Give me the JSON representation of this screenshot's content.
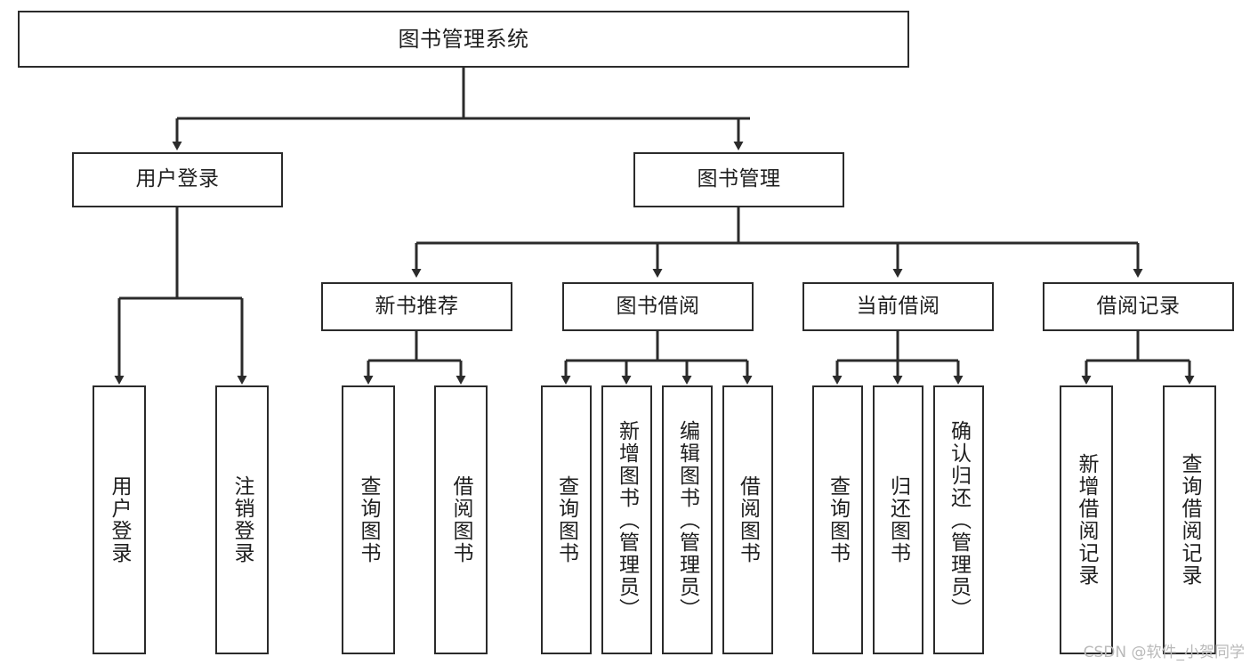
{
  "diagram": {
    "title": "图书管理系统",
    "type": "tree",
    "watermark": "CSDN @软件_小贺同学",
    "colors": {
      "box_border": "#2b2b2b",
      "box_fill": "#ffffff",
      "connector": "#2b2b2b",
      "text": "#1f1f1f",
      "watermark": "#b9b9b9",
      "background": "#ffffff"
    },
    "nodes": {
      "root": {
        "id": "root",
        "label": "图书管理系统",
        "level": 0,
        "orientation": "horizontal"
      },
      "user_login": {
        "id": "user-login",
        "label": "用户登录",
        "level": 1,
        "orientation": "horizontal"
      },
      "book_manage": {
        "id": "book-manage",
        "label": "图书管理",
        "level": 1,
        "orientation": "horizontal"
      },
      "new_book_rec": {
        "id": "new-book-recommend",
        "label": "新书推荐",
        "level": 2,
        "orientation": "horizontal"
      },
      "book_borrow": {
        "id": "book-borrow",
        "label": "图书借阅",
        "level": 2,
        "orientation": "horizontal"
      },
      "current_borrow": {
        "id": "current-borrow",
        "label": "当前借阅",
        "level": 2,
        "orientation": "horizontal"
      },
      "borrow_record": {
        "id": "borrow-record",
        "label": "借阅记录",
        "level": 2,
        "orientation": "horizontal"
      },
      "leaf_user_login": {
        "id": "leaf-user-login",
        "label": "用户登录",
        "level": 2,
        "orientation": "vertical"
      },
      "leaf_logout": {
        "id": "leaf-logout",
        "label": "注销登录",
        "level": 2,
        "orientation": "vertical"
      },
      "leaf_rec_query": {
        "id": "leaf-recommend-query-book",
        "label": "查询图书",
        "level": 3,
        "orientation": "vertical"
      },
      "leaf_rec_borrow": {
        "id": "leaf-recommend-borrow-book",
        "label": "借阅图书",
        "level": 3,
        "orientation": "vertical"
      },
      "leaf_borrow_query": {
        "id": "leaf-borrow-query-book",
        "label": "查询图书",
        "level": 3,
        "orientation": "vertical"
      },
      "leaf_borrow_add": {
        "id": "leaf-borrow-add-book",
        "label": "新增图书（管理员）",
        "level": 3,
        "orientation": "vertical"
      },
      "leaf_borrow_edit": {
        "id": "leaf-borrow-edit-book",
        "label": "编辑图书（管理员）",
        "level": 3,
        "orientation": "vertical"
      },
      "leaf_borrow_lend": {
        "id": "leaf-borrow-lend-book",
        "label": "借阅图书",
        "level": 3,
        "orientation": "vertical"
      },
      "leaf_cur_query": {
        "id": "leaf-current-query-book",
        "label": "查询图书",
        "level": 3,
        "orientation": "vertical"
      },
      "leaf_cur_return": {
        "id": "leaf-current-return-book",
        "label": "归还图书",
        "level": 3,
        "orientation": "vertical"
      },
      "leaf_cur_confirm": {
        "id": "leaf-current-confirm-return",
        "label": "确认归还（管理员）",
        "level": 3,
        "orientation": "vertical"
      },
      "leaf_rec_add": {
        "id": "leaf-record-add",
        "label": "新增借阅记录",
        "level": 3,
        "orientation": "vertical"
      },
      "leaf_rec_search": {
        "id": "leaf-record-query",
        "label": "查询借阅记录",
        "level": 3,
        "orientation": "vertical"
      }
    },
    "edges": [
      {
        "from": "图书管理系统",
        "to": "用户登录"
      },
      {
        "from": "图书管理系统",
        "to": "图书管理"
      },
      {
        "from": "用户登录",
        "to": "用户登录"
      },
      {
        "from": "用户登录",
        "to": "注销登录"
      },
      {
        "from": "图书管理",
        "to": "新书推荐"
      },
      {
        "from": "图书管理",
        "to": "图书借阅"
      },
      {
        "from": "图书管理",
        "to": "当前借阅"
      },
      {
        "from": "图书管理",
        "to": "借阅记录"
      },
      {
        "from": "新书推荐",
        "to": "查询图书"
      },
      {
        "from": "新书推荐",
        "to": "借阅图书"
      },
      {
        "from": "图书借阅",
        "to": "查询图书"
      },
      {
        "from": "图书借阅",
        "to": "新增图书（管理员）"
      },
      {
        "from": "图书借阅",
        "to": "编辑图书（管理员）"
      },
      {
        "from": "图书借阅",
        "to": "借阅图书"
      },
      {
        "from": "当前借阅",
        "to": "查询图书"
      },
      {
        "from": "当前借阅",
        "to": "归还图书"
      },
      {
        "from": "当前借阅",
        "to": "确认归还（管理员）"
      },
      {
        "from": "借阅记录",
        "to": "新增借阅记录"
      },
      {
        "from": "借阅记录",
        "to": "查询借阅记录"
      }
    ]
  }
}
